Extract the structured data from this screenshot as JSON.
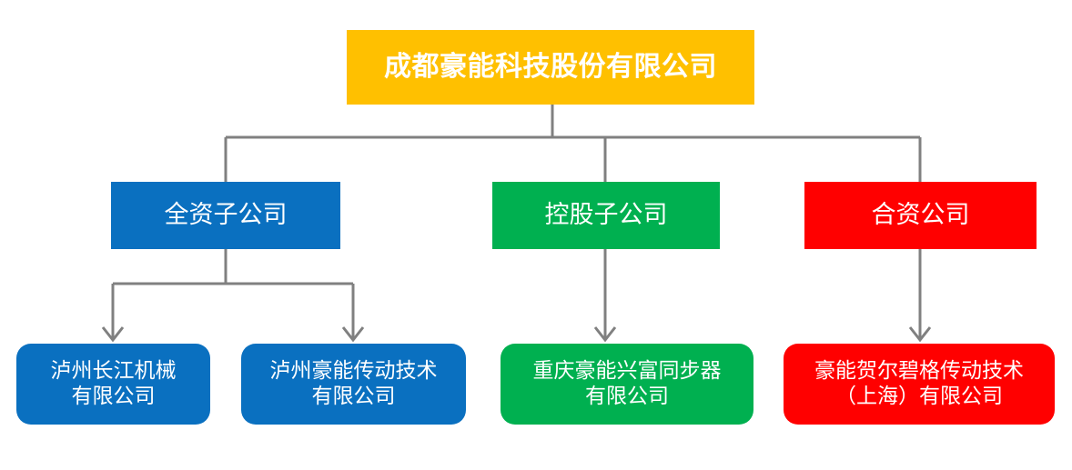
{
  "diagram": {
    "type": "organization-chart",
    "title_node": {
      "label": "成都豪能科技股份有限公司",
      "color": "#FFC000"
    },
    "categories": [
      {
        "id": "wholly-owned",
        "label": "全资子公司",
        "color": "#0A70C0"
      },
      {
        "id": "holding",
        "label": "控股子公司",
        "color": "#00B050"
      },
      {
        "id": "joint-venture",
        "label": "合资公司",
        "color": "#FF0000"
      }
    ],
    "subsidiaries": [
      {
        "id": "luzhou-changjiang",
        "parent": "wholly-owned",
        "label": "泸州长江机械\n有限公司",
        "color": "#0A70C0"
      },
      {
        "id": "luzhou-haoneng",
        "parent": "wholly-owned",
        "label": "泸州豪能传动技术\n有限公司",
        "color": "#0A70C0"
      },
      {
        "id": "chongqing-xingfu",
        "parent": "holding",
        "label": "重庆豪能兴富同步器\n有限公司",
        "color": "#00B050"
      },
      {
        "id": "hoerbiger-shanghai",
        "parent": "joint-venture",
        "label": "豪能贺尔碧格传动技术\n（上海）有限公司",
        "color": "#FF0000"
      }
    ],
    "connector": {
      "color": "#808080",
      "stroke_width": 3,
      "arrow_style": "open-chevron"
    }
  }
}
